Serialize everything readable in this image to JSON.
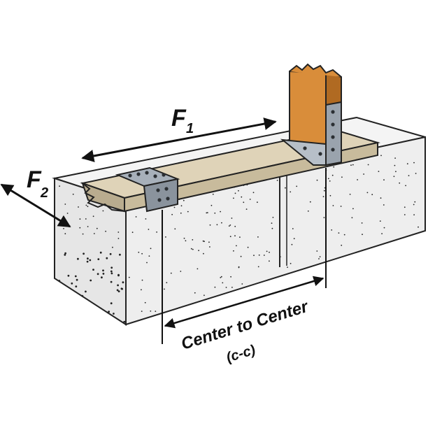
{
  "labels": {
    "f1_main": "F",
    "f1_sub": "1",
    "f2_main": "F",
    "f2_sub": "2",
    "dimension_line1": "Center to Center",
    "dimension_line2": "(c-c)"
  },
  "colors": {
    "concrete": "#ececec",
    "concrete_shade": "#d8d8d8",
    "concrete_top": "#f4f4f4",
    "wood": "#d9cdb2",
    "wood_shade": "#b9ac8f",
    "post": "#d98d3a",
    "post_dark": "#b06a22",
    "metal": "#9aa3ad",
    "metal_dark": "#5d6670",
    "ink": "#111111"
  }
}
